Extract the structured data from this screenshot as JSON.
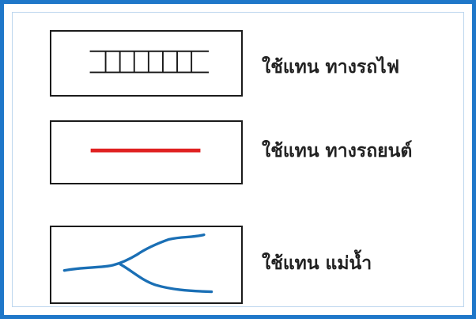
{
  "legend": {
    "items": [
      {
        "id": "railway",
        "label": "ใช้แทน ทางรถไฟ",
        "symbol": "railway-track-icon",
        "color": "#1b1b1b"
      },
      {
        "id": "road",
        "label": "ใช้แทน ทางรถยนต์",
        "symbol": "road-line-icon",
        "color": "#e02121"
      },
      {
        "id": "river",
        "label": "ใช้แทน แม่น้ำ",
        "symbol": "river-icon",
        "color": "#1a6fb5"
      }
    ]
  },
  "colors": {
    "frame_border": "#1e77c9",
    "box_border": "#1b1b1b",
    "text": "#222222"
  }
}
